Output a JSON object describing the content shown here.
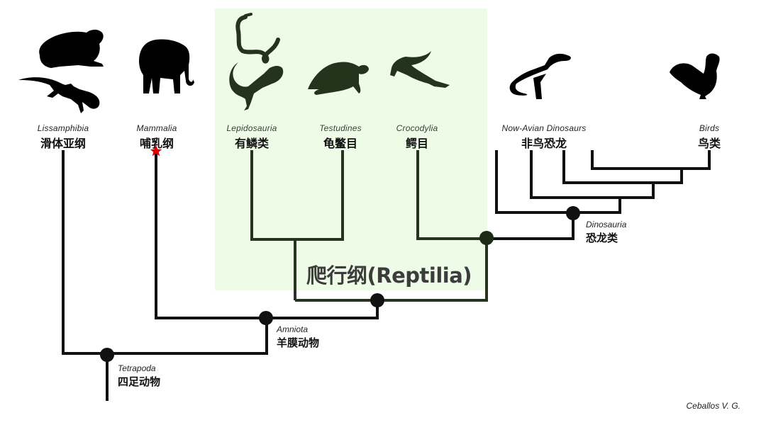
{
  "colors": {
    "line": "#111111",
    "reptile_line": "#27321f",
    "reptile_panel": "#eefbe7",
    "silhouette_black": "#000000",
    "silhouette_green": "#23331c",
    "star": "#e00000"
  },
  "taxa": [
    {
      "id": "lissamphibia",
      "latin": "Lissamphibia",
      "chinese": "滑体亚纲",
      "icons": [
        "frog-silhouette-icon",
        "gecko-silhouette-icon"
      ]
    },
    {
      "id": "mammalia",
      "latin": "Mammalia",
      "chinese": "哺乳纲",
      "icons": [
        "elephant-silhouette-icon"
      ],
      "marker": "star-icon"
    },
    {
      "id": "lepidosauria",
      "latin": "Lepidosauria",
      "chinese": "有鳞类",
      "icons": [
        "snake-silhouette-icon",
        "lizard-silhouette-icon"
      ]
    },
    {
      "id": "testudines",
      "latin": "Testudines",
      "chinese": "龟鳖目",
      "icons": [
        "turtle-silhouette-icon"
      ]
    },
    {
      "id": "crocodylia",
      "latin": "Crocodylia",
      "chinese": "鳄目",
      "icons": [
        "crocodile-silhouette-icon"
      ]
    },
    {
      "id": "non-avian-dinosaurs",
      "latin": "Now-Avian Dinosaurs",
      "chinese": "非鸟恐龙",
      "icons": [
        "theropod-silhouette-icon"
      ]
    },
    {
      "id": "birds",
      "latin": "Birds",
      "chinese": "鸟类",
      "icons": [
        "rooster-silhouette-icon"
      ]
    }
  ],
  "nodes": {
    "tetrapoda": {
      "latin": "Tetrapoda",
      "chinese": "四足动物"
    },
    "amniota": {
      "latin": "Amniota",
      "chinese": "羊膜动物"
    },
    "dinosauria": {
      "latin": "Dinosauria",
      "chinese": "恐龙类"
    }
  },
  "group_title": "爬行纲(Reptilia)",
  "credit": "Ceballos V. G."
}
